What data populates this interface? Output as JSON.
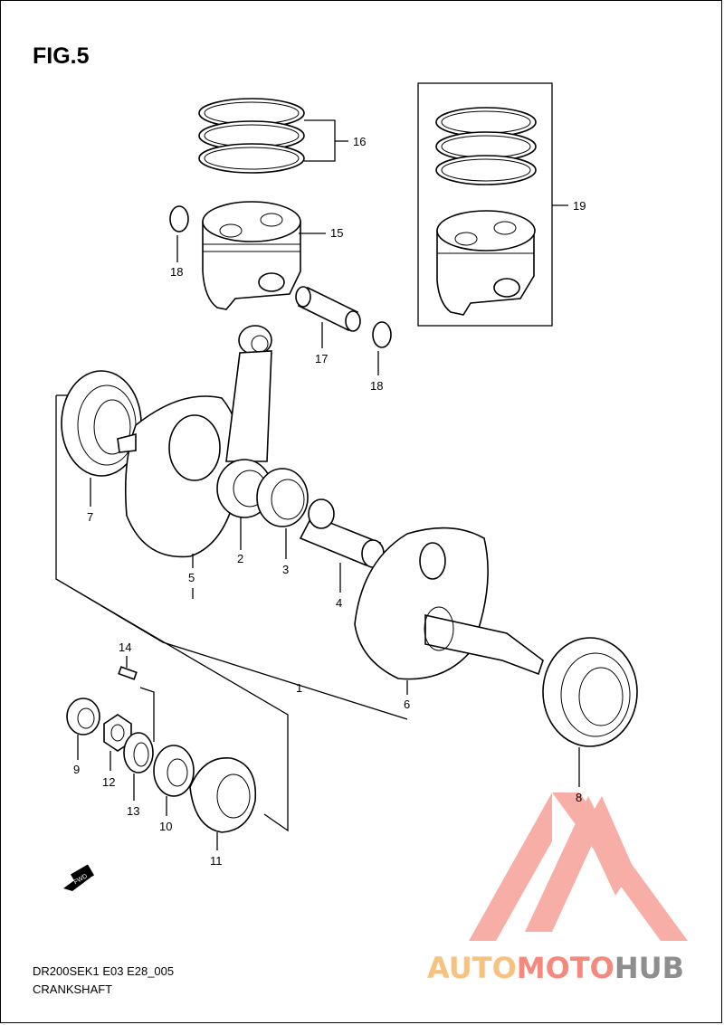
{
  "figure": {
    "title": "FIG.5"
  },
  "callouts": [
    {
      "id": "16",
      "label": "16"
    },
    {
      "id": "15",
      "label": "15"
    },
    {
      "id": "18a",
      "label": "18"
    },
    {
      "id": "19",
      "label": "19"
    },
    {
      "id": "17",
      "label": "17"
    },
    {
      "id": "18b",
      "label": "18"
    },
    {
      "id": "7",
      "label": "7"
    },
    {
      "id": "5",
      "label": "5"
    },
    {
      "id": "2",
      "label": "2"
    },
    {
      "id": "3",
      "label": "3"
    },
    {
      "id": "4",
      "label": "4"
    },
    {
      "id": "14",
      "label": "14"
    },
    {
      "id": "1",
      "label": "1"
    },
    {
      "id": "6",
      "label": "6"
    },
    {
      "id": "9",
      "label": "9"
    },
    {
      "id": "12",
      "label": "12"
    },
    {
      "id": "13",
      "label": "13"
    },
    {
      "id": "10",
      "label": "10"
    },
    {
      "id": "11",
      "label": "11"
    },
    {
      "id": "8",
      "label": "8"
    }
  ],
  "fwd_badge": "FWD",
  "footer": {
    "model_code": "DR200SEK1 E03 E28_005",
    "section_name": "CRANKSHAFT"
  },
  "watermark": {
    "part1": "AUTO",
    "part2": "MOTO",
    "part3": "HUB",
    "colors": {
      "part1": "#f7c27f",
      "part2": "#f48a7e",
      "part3": "#8e8e8e",
      "logo": "#f4938a"
    }
  }
}
